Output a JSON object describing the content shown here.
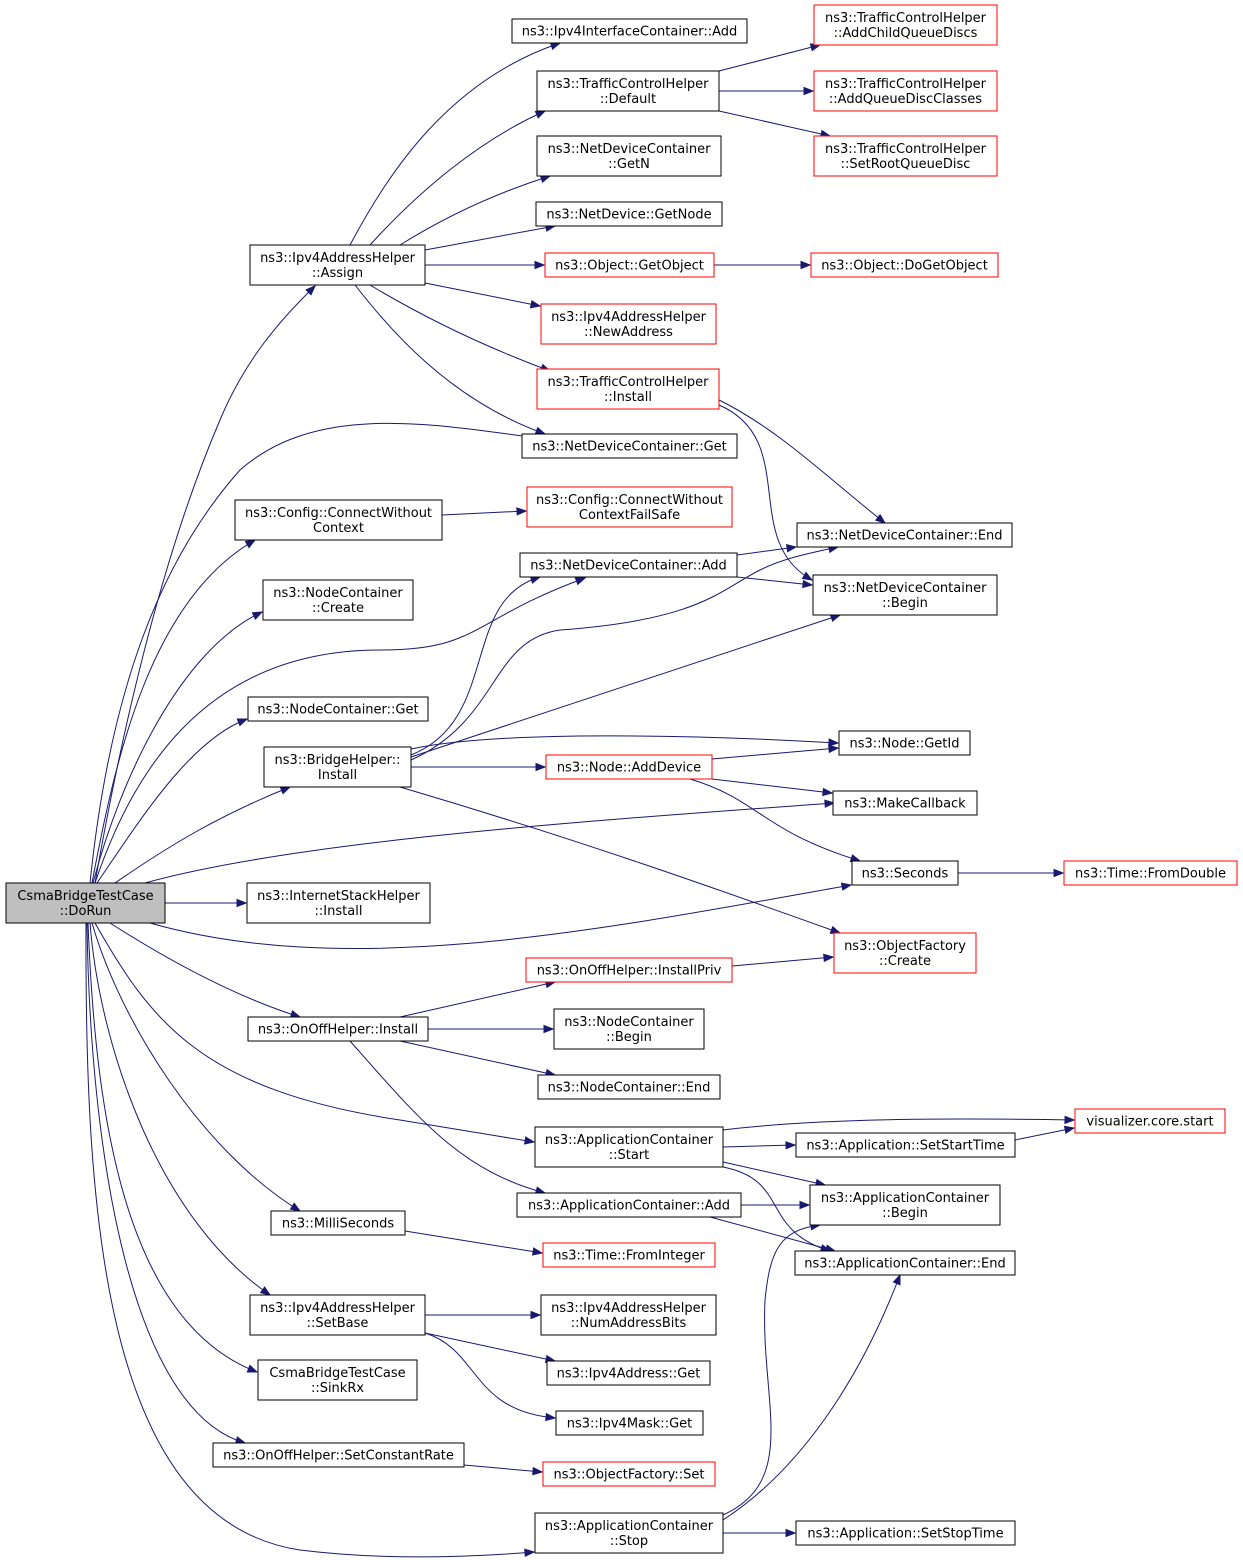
{
  "nodes": [
    {
      "id": "root",
      "lines": [
        "CsmaBridgeTestCase",
        "::DoRun"
      ],
      "style": "root"
    },
    {
      "id": "ipv4ic_add",
      "lines": [
        "ns3::Ipv4InterfaceContainer::Add"
      ],
      "style": "black"
    },
    {
      "id": "tch_default",
      "lines": [
        "ns3::TrafficControlHelper",
        "::Default"
      ],
      "style": "black"
    },
    {
      "id": "ndc_getn",
      "lines": [
        "ns3::NetDeviceContainer",
        "::GetN"
      ],
      "style": "black"
    },
    {
      "id": "nd_getnode",
      "lines": [
        "ns3::NetDevice::GetNode"
      ],
      "style": "black"
    },
    {
      "id": "obj_getobject",
      "lines": [
        "ns3::Object::GetObject"
      ],
      "style": "red"
    },
    {
      "id": "ipv4ah_newaddress",
      "lines": [
        "ns3::Ipv4AddressHelper",
        "::NewAddress"
      ],
      "style": "red"
    },
    {
      "id": "tch_install",
      "lines": [
        "ns3::TrafficControlHelper",
        "::Install"
      ],
      "style": "red"
    },
    {
      "id": "ndc_get",
      "lines": [
        "ns3::NetDeviceContainer::Get"
      ],
      "style": "black"
    },
    {
      "id": "tch_addchild",
      "lines": [
        "ns3::TrafficControlHelper",
        "::AddChildQueueDiscs"
      ],
      "style": "red"
    },
    {
      "id": "tch_addqdclasses",
      "lines": [
        "ns3::TrafficControlHelper",
        "::AddQueueDiscClasses"
      ],
      "style": "red"
    },
    {
      "id": "tch_setroot",
      "lines": [
        "ns3::TrafficControlHelper",
        "::SetRootQueueDisc"
      ],
      "style": "red"
    },
    {
      "id": "obj_dogetobject",
      "lines": [
        "ns3::Object::DoGetObject"
      ],
      "style": "red"
    },
    {
      "id": "ipv4ah_assign",
      "lines": [
        "ns3::Ipv4AddressHelper",
        "::Assign"
      ],
      "style": "black"
    },
    {
      "id": "cfg_connectwc",
      "lines": [
        "ns3::Config::ConnectWithout",
        "Context"
      ],
      "style": "black"
    },
    {
      "id": "cfg_connectwcfs",
      "lines": [
        "ns3::Config::ConnectWithout",
        "ContextFailSafe"
      ],
      "style": "red"
    },
    {
      "id": "ndc_end",
      "lines": [
        "ns3::NetDeviceContainer::End"
      ],
      "style": "black"
    },
    {
      "id": "ndc_add",
      "lines": [
        "ns3::NetDeviceContainer::Add"
      ],
      "style": "black"
    },
    {
      "id": "ndc_begin",
      "lines": [
        "ns3::NetDeviceContainer",
        "::Begin"
      ],
      "style": "black"
    },
    {
      "id": "nc_create",
      "lines": [
        "ns3::NodeContainer",
        "::Create"
      ],
      "style": "black"
    },
    {
      "id": "nc_get",
      "lines": [
        "ns3::NodeContainer::Get"
      ],
      "style": "black"
    },
    {
      "id": "bh_install",
      "lines": [
        "ns3::BridgeHelper::",
        "Install"
      ],
      "style": "black"
    },
    {
      "id": "node_getid",
      "lines": [
        "ns3::Node::GetId"
      ],
      "style": "black"
    },
    {
      "id": "node_adddevice",
      "lines": [
        "ns3::Node::AddDevice"
      ],
      "style": "red"
    },
    {
      "id": "makecallback",
      "lines": [
        "ns3::MakeCallback"
      ],
      "style": "black"
    },
    {
      "id": "seconds",
      "lines": [
        "ns3::Seconds"
      ],
      "style": "black"
    },
    {
      "id": "time_fromdouble",
      "lines": [
        "ns3::Time::FromDouble"
      ],
      "style": "red"
    },
    {
      "id": "ish_install",
      "lines": [
        "ns3::InternetStackHelper",
        "::Install"
      ],
      "style": "black"
    },
    {
      "id": "of_create",
      "lines": [
        "ns3::ObjectFactory",
        "::Create"
      ],
      "style": "red"
    },
    {
      "id": "ooh_installpriv",
      "lines": [
        "ns3::OnOffHelper::InstallPriv"
      ],
      "style": "red"
    },
    {
      "id": "ooh_install",
      "lines": [
        "ns3::OnOffHelper::Install"
      ],
      "style": "black"
    },
    {
      "id": "nc_begin",
      "lines": [
        "ns3::NodeContainer",
        "::Begin"
      ],
      "style": "black"
    },
    {
      "id": "nc_end",
      "lines": [
        "ns3::NodeContainer::End"
      ],
      "style": "black"
    },
    {
      "id": "viz_start",
      "lines": [
        "visualizer.core.start"
      ],
      "style": "red"
    },
    {
      "id": "ac_start",
      "lines": [
        "ns3::ApplicationContainer",
        "::Start"
      ],
      "style": "black"
    },
    {
      "id": "app_setstarttime",
      "lines": [
        "ns3::Application::SetStartTime"
      ],
      "style": "black"
    },
    {
      "id": "ac_add",
      "lines": [
        "ns3::ApplicationContainer::Add"
      ],
      "style": "black"
    },
    {
      "id": "ac_begin",
      "lines": [
        "ns3::ApplicationContainer",
        "::Begin"
      ],
      "style": "black"
    },
    {
      "id": "milliseconds",
      "lines": [
        "ns3::MilliSeconds"
      ],
      "style": "black"
    },
    {
      "id": "ac_end",
      "lines": [
        "ns3::ApplicationContainer::End"
      ],
      "style": "black"
    },
    {
      "id": "time_frominteger",
      "lines": [
        "ns3::Time::FromInteger"
      ],
      "style": "red"
    },
    {
      "id": "ipv4ah_setbase",
      "lines": [
        "ns3::Ipv4AddressHelper",
        "::SetBase"
      ],
      "style": "black"
    },
    {
      "id": "ipv4ah_numaddrbits",
      "lines": [
        "ns3::Ipv4AddressHelper",
        "::NumAddressBits"
      ],
      "style": "black"
    },
    {
      "id": "ipv4addr_get",
      "lines": [
        "ns3::Ipv4Address::Get"
      ],
      "style": "black"
    },
    {
      "id": "csma_sinkrx",
      "lines": [
        "CsmaBridgeTestCase",
        "::SinkRx"
      ],
      "style": "black"
    },
    {
      "id": "ipv4mask_get",
      "lines": [
        "ns3::Ipv4Mask::Get"
      ],
      "style": "black"
    },
    {
      "id": "ooh_setconstrate",
      "lines": [
        "ns3::OnOffHelper::SetConstantRate"
      ],
      "style": "black"
    },
    {
      "id": "of_set",
      "lines": [
        "ns3::ObjectFactory::Set"
      ],
      "style": "red"
    },
    {
      "id": "ac_stop",
      "lines": [
        "ns3::ApplicationContainer",
        "::Stop"
      ],
      "style": "black"
    },
    {
      "id": "app_setstoptime",
      "lines": [
        "ns3::Application::SetStopTime"
      ],
      "style": "black"
    }
  ],
  "edges": [
    [
      "root",
      "ipv4ah_assign"
    ],
    [
      "root",
      "ndc_get"
    ],
    [
      "root",
      "cfg_connectwc"
    ],
    [
      "root",
      "nc_create"
    ],
    [
      "root",
      "ndc_add"
    ],
    [
      "root",
      "nc_get"
    ],
    [
      "root",
      "bh_install"
    ],
    [
      "root",
      "makecallback"
    ],
    [
      "root",
      "ish_install"
    ],
    [
      "root",
      "seconds"
    ],
    [
      "root",
      "ooh_install"
    ],
    [
      "root",
      "ac_start"
    ],
    [
      "root",
      "milliseconds"
    ],
    [
      "root",
      "ipv4ah_setbase"
    ],
    [
      "root",
      "csma_sinkrx"
    ],
    [
      "root",
      "ooh_setconstrate"
    ],
    [
      "root",
      "ac_stop"
    ],
    [
      "ipv4ah_assign",
      "ipv4ic_add"
    ],
    [
      "ipv4ah_assign",
      "tch_default"
    ],
    [
      "ipv4ah_assign",
      "ndc_getn"
    ],
    [
      "ipv4ah_assign",
      "nd_getnode"
    ],
    [
      "ipv4ah_assign",
      "obj_getobject"
    ],
    [
      "ipv4ah_assign",
      "ipv4ah_newaddress"
    ],
    [
      "ipv4ah_assign",
      "tch_install"
    ],
    [
      "ipv4ah_assign",
      "ndc_get"
    ],
    [
      "tch_default",
      "tch_addchild"
    ],
    [
      "tch_default",
      "tch_addqdclasses"
    ],
    [
      "tch_default",
      "tch_setroot"
    ],
    [
      "obj_getobject",
      "obj_dogetobject"
    ],
    [
      "tch_install",
      "ndc_end"
    ],
    [
      "tch_install",
      "ndc_begin"
    ],
    [
      "cfg_connectwc",
      "cfg_connectwcfs"
    ],
    [
      "ndc_add",
      "ndc_end"
    ],
    [
      "ndc_add",
      "ndc_begin"
    ],
    [
      "bh_install",
      "ndc_add"
    ],
    [
      "bh_install",
      "ndc_end"
    ],
    [
      "bh_install",
      "ndc_begin"
    ],
    [
      "bh_install",
      "node_getid"
    ],
    [
      "bh_install",
      "node_adddevice"
    ],
    [
      "bh_install",
      "of_create"
    ],
    [
      "node_adddevice",
      "node_getid"
    ],
    [
      "node_adddevice",
      "makecallback"
    ],
    [
      "node_adddevice",
      "seconds"
    ],
    [
      "seconds",
      "time_fromdouble"
    ],
    [
      "ooh_install",
      "ooh_installpriv"
    ],
    [
      "ooh_install",
      "nc_begin"
    ],
    [
      "ooh_install",
      "nc_end"
    ],
    [
      "ooh_install",
      "ac_add"
    ],
    [
      "ooh_installpriv",
      "of_create"
    ],
    [
      "ac_start",
      "viz_start"
    ],
    [
      "ac_start",
      "app_setstarttime"
    ],
    [
      "ac_start",
      "ac_begin"
    ],
    [
      "ac_start",
      "ac_end"
    ],
    [
      "app_setstarttime",
      "viz_start"
    ],
    [
      "ac_add",
      "ac_begin"
    ],
    [
      "ac_add",
      "ac_end"
    ],
    [
      "milliseconds",
      "time_frominteger"
    ],
    [
      "ipv4ah_setbase",
      "ipv4ah_numaddrbits"
    ],
    [
      "ipv4ah_setbase",
      "ipv4addr_get"
    ],
    [
      "ipv4ah_setbase",
      "ipv4mask_get"
    ],
    [
      "ooh_setconstrate",
      "of_set"
    ],
    [
      "ac_stop",
      "ac_begin"
    ],
    [
      "ac_stop",
      "ac_end"
    ],
    [
      "ac_stop",
      "app_setstoptime"
    ]
  ]
}
